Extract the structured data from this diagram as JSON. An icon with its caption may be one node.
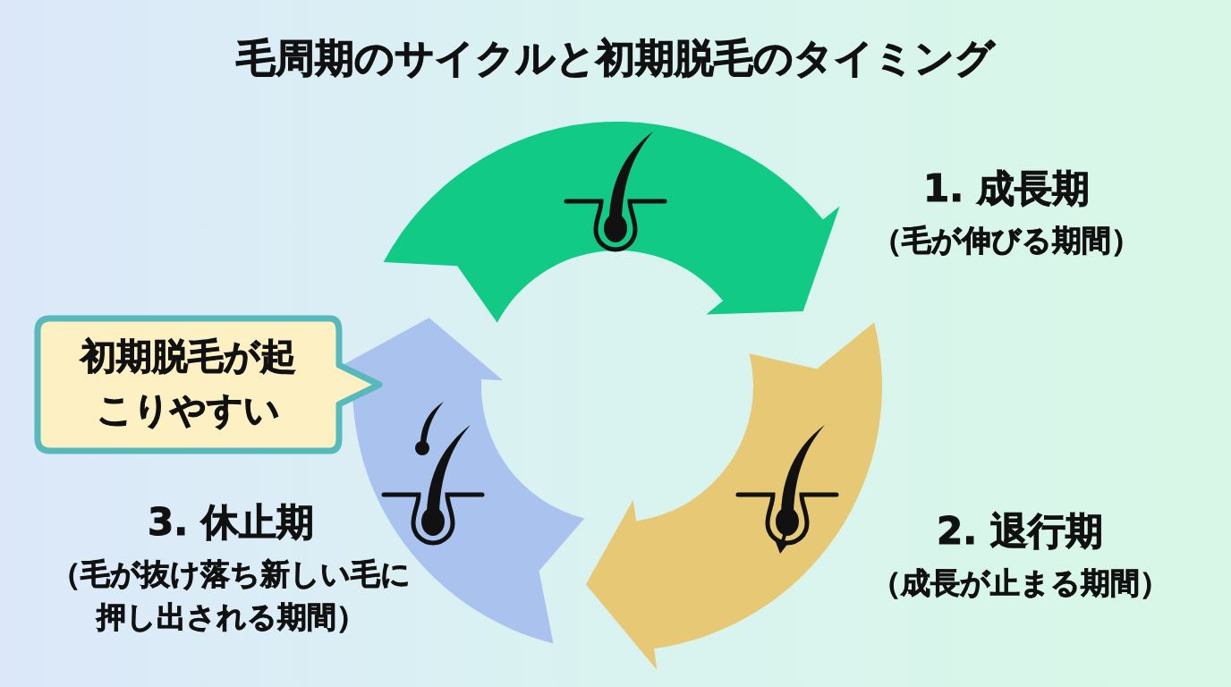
{
  "diagram": {
    "title": "毛周期のサイクルと初期脱毛のタイミング",
    "nodes": [
      {
        "text": [
          "1. 成長期",
          "（毛が伸びる期間）"
        ]
      },
      {
        "text": [
          "2. 退行期",
          "（成長が止まる期間）"
        ]
      },
      {
        "text": [
          "3. 休止期",
          "（毛が抜け落ち新しい毛に押し出される期間）"
        ]
      },
      {
        "text": [
          "初期脱毛が起こりやすい"
        ]
      }
    ],
    "edges": [
      {
        "from": 2,
        "to": 0,
        "arrow": "to",
        "style": "thick",
        "color": "#10ca85"
      },
      {
        "from": 0,
        "to": 1,
        "arrow": "to",
        "style": "thick",
        "color": "#e6c875"
      },
      {
        "from": 2,
        "to": 3,
        "arrow": "to",
        "style": "thick",
        "color": "#aac2ee"
      }
    ]
  }
}
